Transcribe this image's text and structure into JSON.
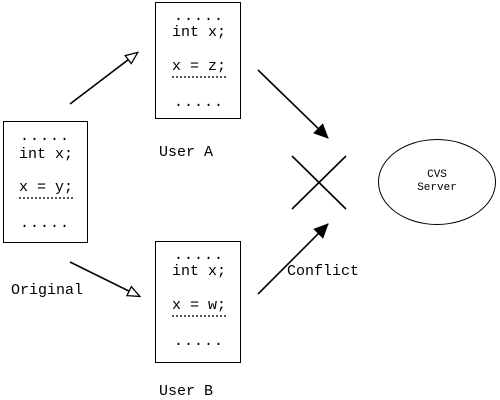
{
  "documents": {
    "original": {
      "caption": "Original",
      "lines": [
        ".....",
        "int x;",
        "x = y;",
        "....."
      ]
    },
    "user_a": {
      "caption": "User A",
      "lines": [
        ".....",
        "int x;",
        "x = z;",
        "....."
      ]
    },
    "user_b": {
      "caption": "User B",
      "lines": [
        ".....",
        "int x;",
        "x = w;",
        "....."
      ]
    }
  },
  "server": {
    "line1": "CVS",
    "line2": "Server"
  },
  "conflict_label": "Conflict",
  "colors": {
    "ink": "#000000",
    "underline": "#555555",
    "background": "#ffffff"
  }
}
